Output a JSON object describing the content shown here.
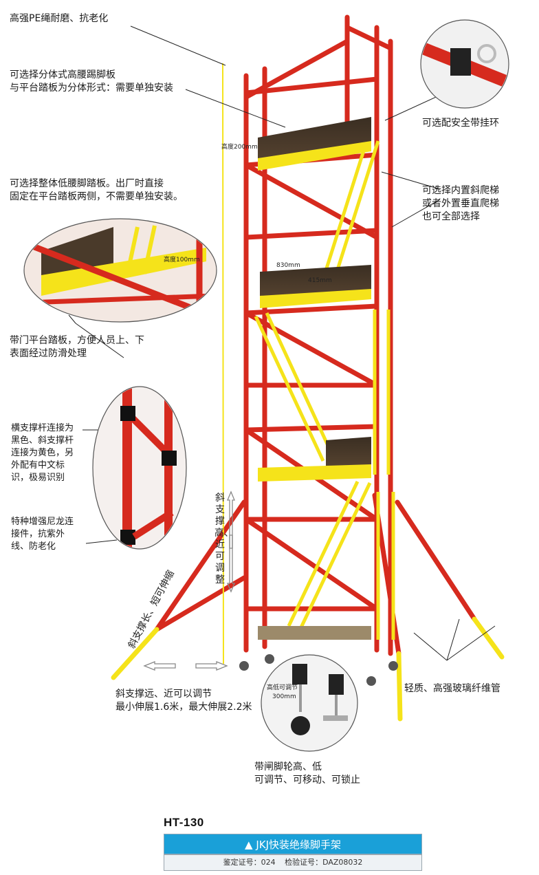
{
  "labels": {
    "pe_rope": "高强PE绳耐磨、抗老化",
    "split_board": "可选择分体式高腰踢脚板\n与平台踏板为分体形式：需要单独安装",
    "integral_board": "可选择整体低腰脚踏板。出厂时直接\n固定在平台踏板两侧，不需要单独安装。",
    "door_platform": "带门平台踏板，方便人员上、下\n表面经过防滑处理",
    "brace_color": "横支撑杆连接为\n黑色、斜支撑杆\n连接为黄色，另\n外配有中文标\n识，极易识别",
    "nylon_connector": "特种增强尼龙连\n接件，抗紫外\n线、防老化",
    "safety_ring": "可选配安全带挂环",
    "ladder_option": "可选择内置斜爬梯\n或者外置垂直爬梯\n也可全部选择",
    "outrigger_adjust": "斜支撑远、近可以调节\n最小伸展1.6米，最大伸展2.2米",
    "fiberglass": "轻质、高强玻璃纤维管",
    "caster": "带闸脚轮高、低\n可调节、可移动、可锁止"
  },
  "vertical": {
    "brace_height": "斜支撑高、近可调整",
    "brace_length": "斜支撑长、短可伸缩"
  },
  "dimensions": {
    "height_200": "高度200mm",
    "height_100": "高度100mm",
    "width_830": "830mm",
    "depth_415": "415mm",
    "caster_adjust": "高低可调节",
    "caster_300": "300mm"
  },
  "product": {
    "model": "HT-130",
    "title_icon": "triangle-up-icon",
    "title": "JKJ快装绝缘脚手架",
    "cert_label": "鉴定证号：024",
    "inspect_label": "检验证号：DAZ08032"
  },
  "colors": {
    "frame_red": "#d62a1e",
    "yellow": "#f5e31a",
    "board_brown": "#4a3a2a",
    "title_blue": "#1aa0d8"
  }
}
